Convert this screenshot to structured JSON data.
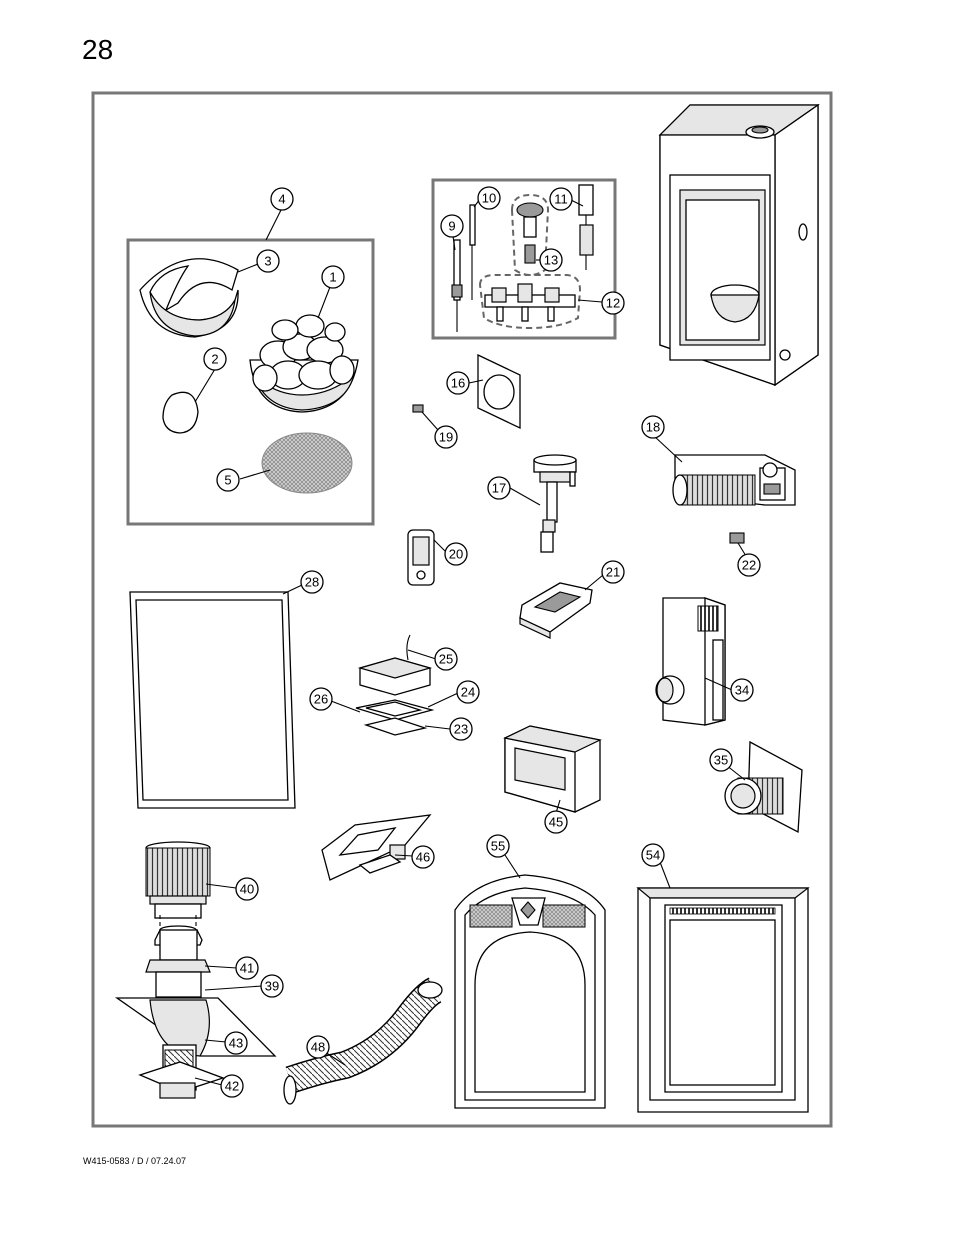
{
  "page": {
    "page_number": "28",
    "doc_code": "W415-0583 / D / 07.24.07"
  },
  "diagram": {
    "callouts": [
      "1",
      "2",
      "3",
      "4",
      "5",
      "9",
      "10",
      "11",
      "12",
      "13",
      "16",
      "17",
      "18",
      "19",
      "20",
      "21",
      "22",
      "23",
      "24",
      "25",
      "26",
      "28",
      "34",
      "35",
      "39",
      "40",
      "41",
      "42",
      "43",
      "45",
      "46",
      "48",
      "54",
      "55"
    ]
  }
}
